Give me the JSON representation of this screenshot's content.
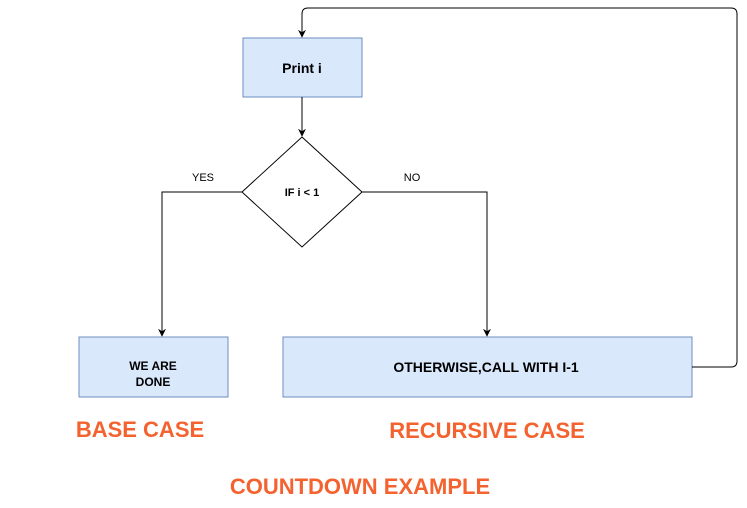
{
  "nodes": {
    "print": {
      "label": "Print i"
    },
    "decision": {
      "label": "IF i < 1"
    },
    "base": {
      "label_line1": "WE ARE",
      "label_line2": "DONE"
    },
    "recursive": {
      "label": "OTHERWISE,CALL WITH I-1"
    }
  },
  "edges": {
    "yes_label": "YES",
    "no_label": "NO"
  },
  "captions": {
    "base_case": "BASE CASE",
    "recursive_case": "RECURSIVE CASE",
    "title": "COUNTDOWN EXAMPLE"
  },
  "colors": {
    "box_fill": "#dae8fc",
    "box_stroke": "#6c8ebf",
    "caption": "#f4632f",
    "line": "#000000"
  }
}
